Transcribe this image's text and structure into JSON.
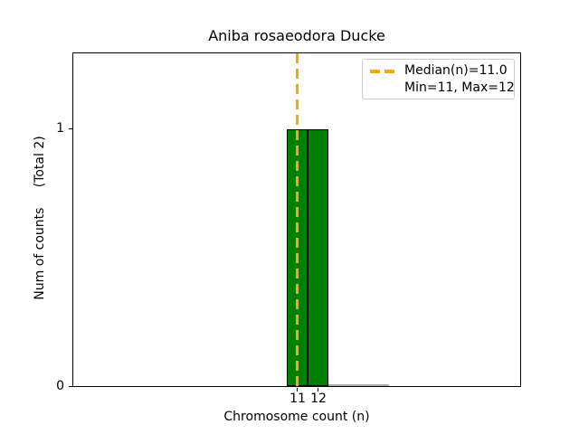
{
  "chart_data": {
    "type": "bar",
    "title": "Aniba rosaeodora Ducke",
    "xlabel": "Chromosome count (n)",
    "ylabel": "Num of counts     (Total 2)",
    "categories": [
      11,
      12
    ],
    "values": [
      1,
      1
    ],
    "total_counts": 2,
    "median_n": 11.0,
    "min_n": 11,
    "max_n": 12,
    "xticks": [
      "11",
      "12"
    ],
    "yticks": [
      "0",
      "1"
    ],
    "ylim": [
      0,
      1.3
    ],
    "grid": false,
    "bar_fill_color": "#008000",
    "bar_edge_color": "#000000",
    "median_line_color": "#FFA500",
    "median_line_style": "dashed",
    "legend": {
      "position": "upper right",
      "border_color": "#cccccc",
      "entries": [
        {
          "swatch": "orange-dashed-line",
          "label": "Median(n)=11.0"
        },
        {
          "swatch": "none",
          "label": "Min=11, Max=12"
        }
      ]
    }
  }
}
